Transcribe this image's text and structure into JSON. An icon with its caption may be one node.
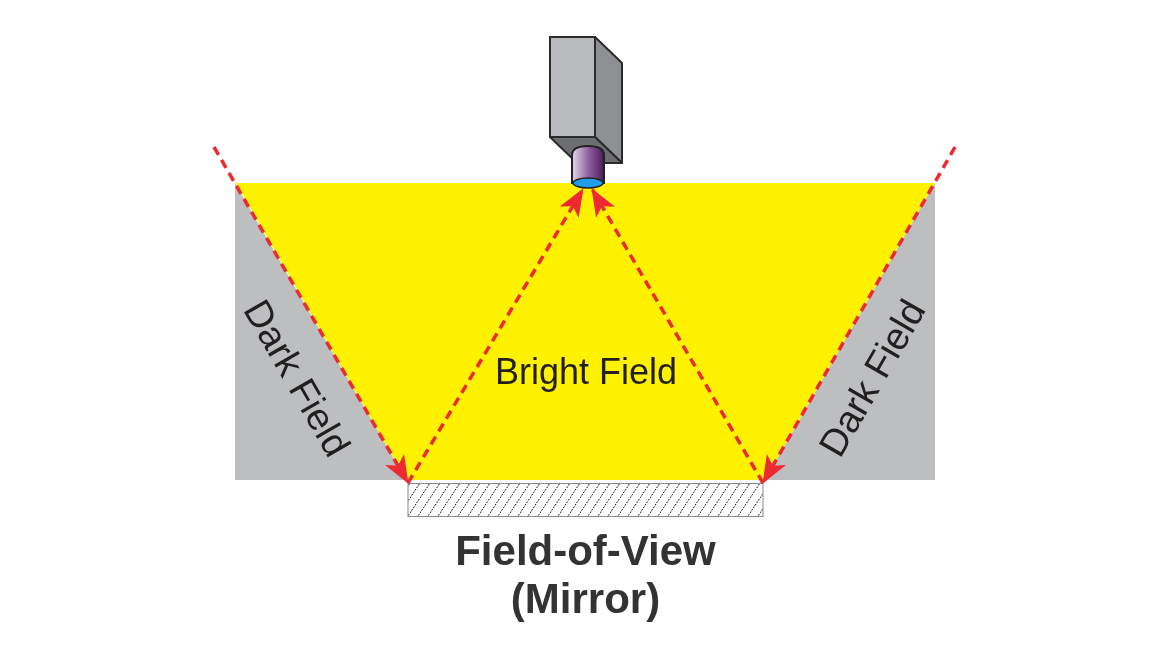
{
  "diagram": {
    "nodes": [
      {
        "text": [],
        "shape": "picture"
      },
      {
        "text": [
          "Field-of-View (Mirror)"
        ]
      }
    ],
    "edges": [
      {
        "from": null,
        "to": 1,
        "arrow": "to",
        "style": "dashed"
      },
      {
        "from": 1,
        "to": 0,
        "arrow": "to",
        "style": "dashed"
      },
      {
        "from": 1,
        "to": 0,
        "arrow": "to",
        "style": "dashed"
      },
      {
        "from": null,
        "to": 1,
        "arrow": "to",
        "style": "dashed"
      }
    ],
    "labels": [
      "Dark Field",
      "Bright Field",
      "Dark Field"
    ]
  }
}
